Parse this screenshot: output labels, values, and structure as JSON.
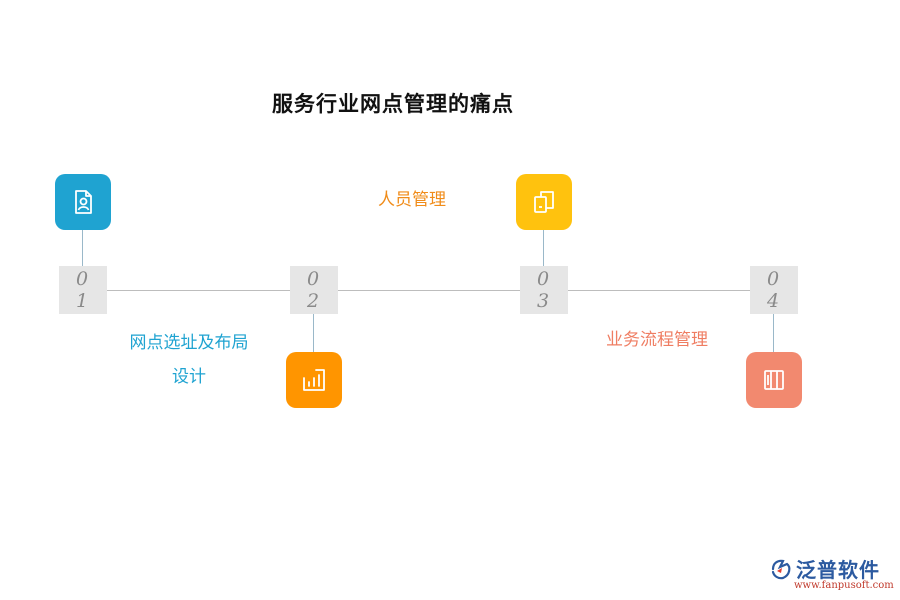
{
  "title": "服务行业网点管理的痛点",
  "steps": [
    {
      "num": "01",
      "label": "网点选址及布局设计",
      "label_line1": "网点选址及布局",
      "label_line2": "设计",
      "color": "#1fa3d1",
      "label_color": "#1fa3d1",
      "icon": "user-document-icon"
    },
    {
      "num": "02",
      "label": "",
      "color": "#ff9500",
      "label_color": "#ff9500",
      "icon": "bar-chart-icon"
    },
    {
      "num": "03",
      "label": "人员管理",
      "color": "#ffc20e",
      "label_color": "#f08c1a",
      "icon": "copy-pages-icon"
    },
    {
      "num": "04",
      "label": "业务流程管理",
      "color": "#f2896f",
      "label_color": "#ef7d62",
      "icon": "columns-icon"
    }
  ],
  "logo": {
    "name": "泛普软件",
    "url": "www.fanpusoft.com"
  }
}
